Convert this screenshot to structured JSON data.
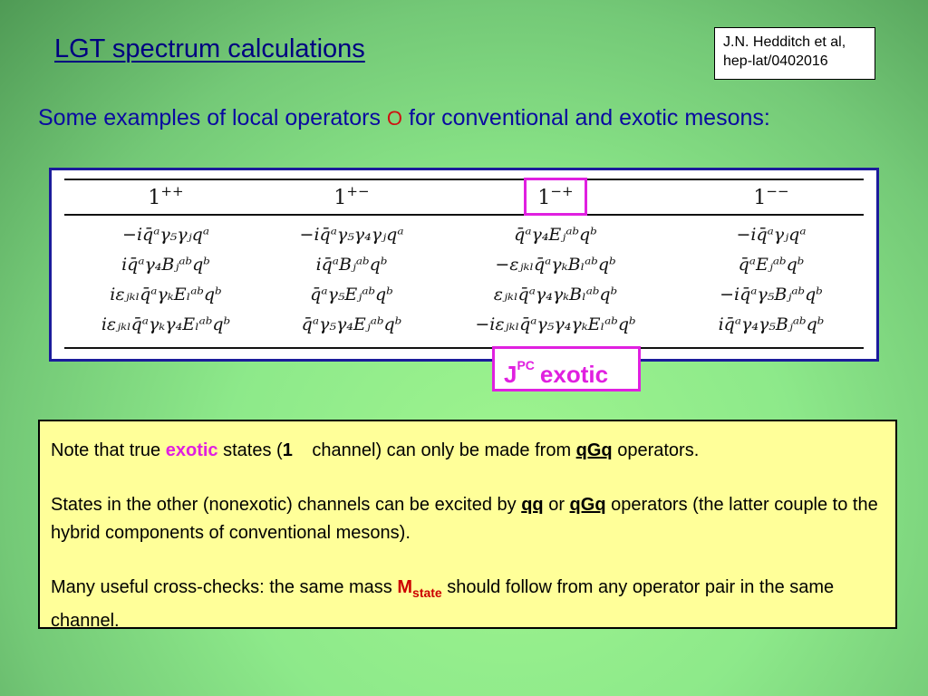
{
  "title": "LGT spectrum calculations",
  "reference": {
    "line1": "J.N. Hedditch et al,",
    "line2": "hep-lat/0402016"
  },
  "subtitle": {
    "before": "Some examples of local operators ",
    "symbol": "O",
    "after": " for conventional and exotic mesons:"
  },
  "table": {
    "columns": [
      {
        "header_base": "1",
        "header_sup": "++",
        "rows": [
          "−iq̄ᵃγ₅γⱼqᵃ",
          "iq̄ᵃγ₄Bⱼᵃᵇqᵇ",
          "iεⱼₖₗq̄ᵃγₖEₗᵃᵇqᵇ",
          "iεⱼₖₗq̄ᵃγₖγ₄Eₗᵃᵇqᵇ"
        ]
      },
      {
        "header_base": "1",
        "header_sup": "+−",
        "rows": [
          "−iq̄ᵃγ₅γ₄γⱼqᵃ",
          "iq̄ᵃBⱼᵃᵇqᵇ",
          "q̄ᵃγ₅Eⱼᵃᵇqᵇ",
          "q̄ᵃγ₅γ₄Eⱼᵃᵇqᵇ"
        ]
      },
      {
        "header_base": "1",
        "header_sup": "−+",
        "rows": [
          "q̄ᵃγ₄Eⱼᵃᵇqᵇ",
          "−εⱼₖₗq̄ᵃγₖBₗᵃᵇqᵇ",
          "εⱼₖₗq̄ᵃγ₄γₖBₗᵃᵇqᵇ",
          "−iεⱼₖₗq̄ᵃγ₅γ₄γₖEₗᵃᵇqᵇ"
        ]
      },
      {
        "header_base": "1",
        "header_sup": "−−",
        "rows": [
          "−iq̄ᵃγⱼqᵃ",
          "q̄ᵃEⱼᵃᵇqᵇ",
          "−iq̄ᵃγ₅Bⱼᵃᵇqᵇ",
          "iq̄ᵃγ₄γ₅Bⱼᵃᵇqᵇ"
        ]
      }
    ]
  },
  "jpc_label": {
    "j": "J",
    "pc": "PC",
    "word": "exotic"
  },
  "note": {
    "p1": {
      "t1": "Note that true ",
      "exotic": "exotic",
      "t2": " states (",
      "one": "1",
      "g1": "",
      "g2": "",
      "t3": " channel) can only be made from ",
      "qGq": "qGq",
      "t4": " operators."
    },
    "p2": {
      "t1": "States in the other (nonexotic) channels can be excited by ",
      "qq": "qq",
      "t2": " or ",
      "qGq": "qGq",
      "t3": " operators (the latter couple to the hybrid components of conventional mesons)."
    },
    "p3": {
      "t1": "Many useful cross-checks: the same mass ",
      "m": "M",
      "sub": "state",
      "t2": " should follow from any operator pair in the same channel."
    }
  }
}
